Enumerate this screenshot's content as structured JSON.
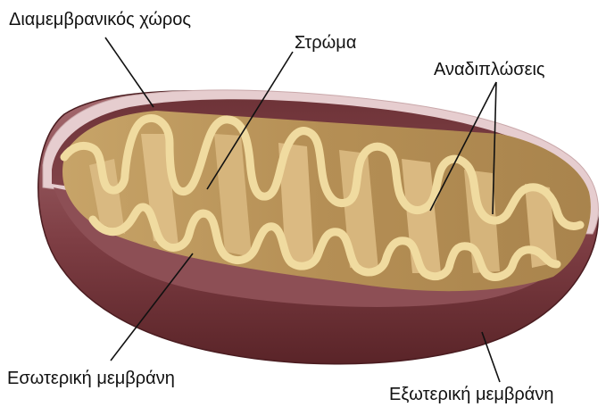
{
  "labels": {
    "intermembrane_space": "Διαμεμβρανικός χώρος",
    "stroma": "Στρώμα",
    "cristae": "Αναδιπλώσεις",
    "inner_membrane": "Εσωτερική μεμβράνη",
    "outer_membrane": "Εξωτερική μεμβράνη"
  },
  "colors": {
    "outer_membrane_dark": "#6b2f33",
    "outer_membrane_mid": "#94545a",
    "outer_rim": "#e2c6c8",
    "intermembrane_space": "#7a3d42",
    "inner_membrane": "#f3dfa6",
    "stroma": "#b7935a",
    "crista_face": "#d4b27a",
    "text": "#111111"
  }
}
